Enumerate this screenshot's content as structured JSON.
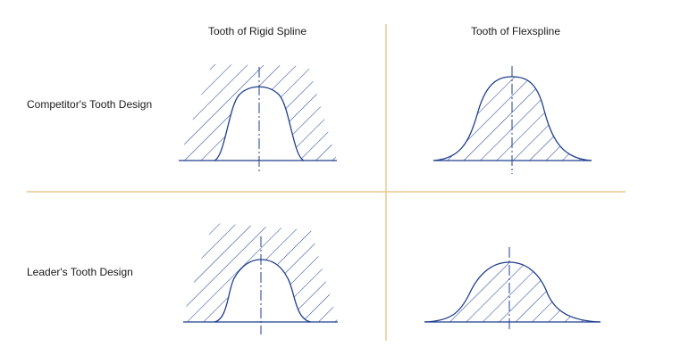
{
  "columns": {
    "rigid": "Tooth of Rigid Spline",
    "flex": "Tooth of Flexspline"
  },
  "rows": {
    "competitor": "Competitor's Tooth Design",
    "leader": "Leader's Tooth Design"
  },
  "colors": {
    "divider": "#e8c98a",
    "outline": "#1f3f8c",
    "hatch": "#2a4a9a"
  }
}
